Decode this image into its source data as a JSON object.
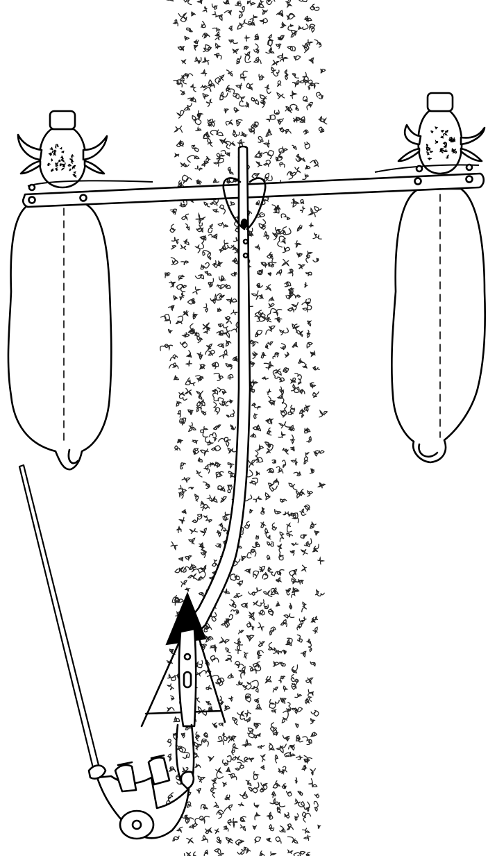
{
  "figure": {
    "subject": "ox-team-pulling-plough",
    "colors": {
      "ink": "#000000",
      "paper": "#ffffff",
      "soil_stroke": "#222222"
    },
    "parts": {
      "left_ox": "ox",
      "right_ox": "ox",
      "yoke": "yoke-bar",
      "beam": "plough-beam",
      "arrow": "direction-arrow",
      "plough": "plough-body",
      "ploughman": "ploughman",
      "goad": "goad-stick",
      "furrow": "ploughed-soil-strip"
    }
  }
}
